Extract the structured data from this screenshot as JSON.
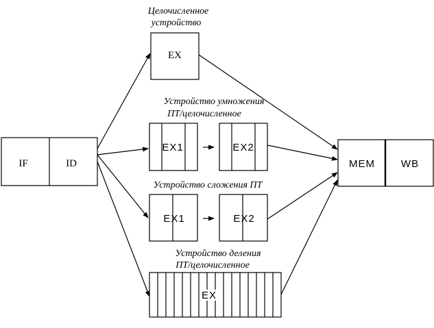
{
  "stages": {
    "if": "IF",
    "id": "ID",
    "mem": "MEM",
    "wb": "WB"
  },
  "units": {
    "integer": {
      "caption_line1": "Целочисленное",
      "caption_line2": "устройство",
      "stage": "EX"
    },
    "multiply": {
      "caption_line1": "Устройство умножения",
      "caption_line2": "ПТ/целочисленное",
      "stage1": "EX1",
      "stage2": "EX2"
    },
    "add": {
      "caption": "Устройство сложения ПТ",
      "stage1": "EX1",
      "stage2": "EX2"
    },
    "divide": {
      "caption_line1": "Устройство деления",
      "caption_line2": "ПТ/целочисленное",
      "stage": "EX"
    }
  }
}
